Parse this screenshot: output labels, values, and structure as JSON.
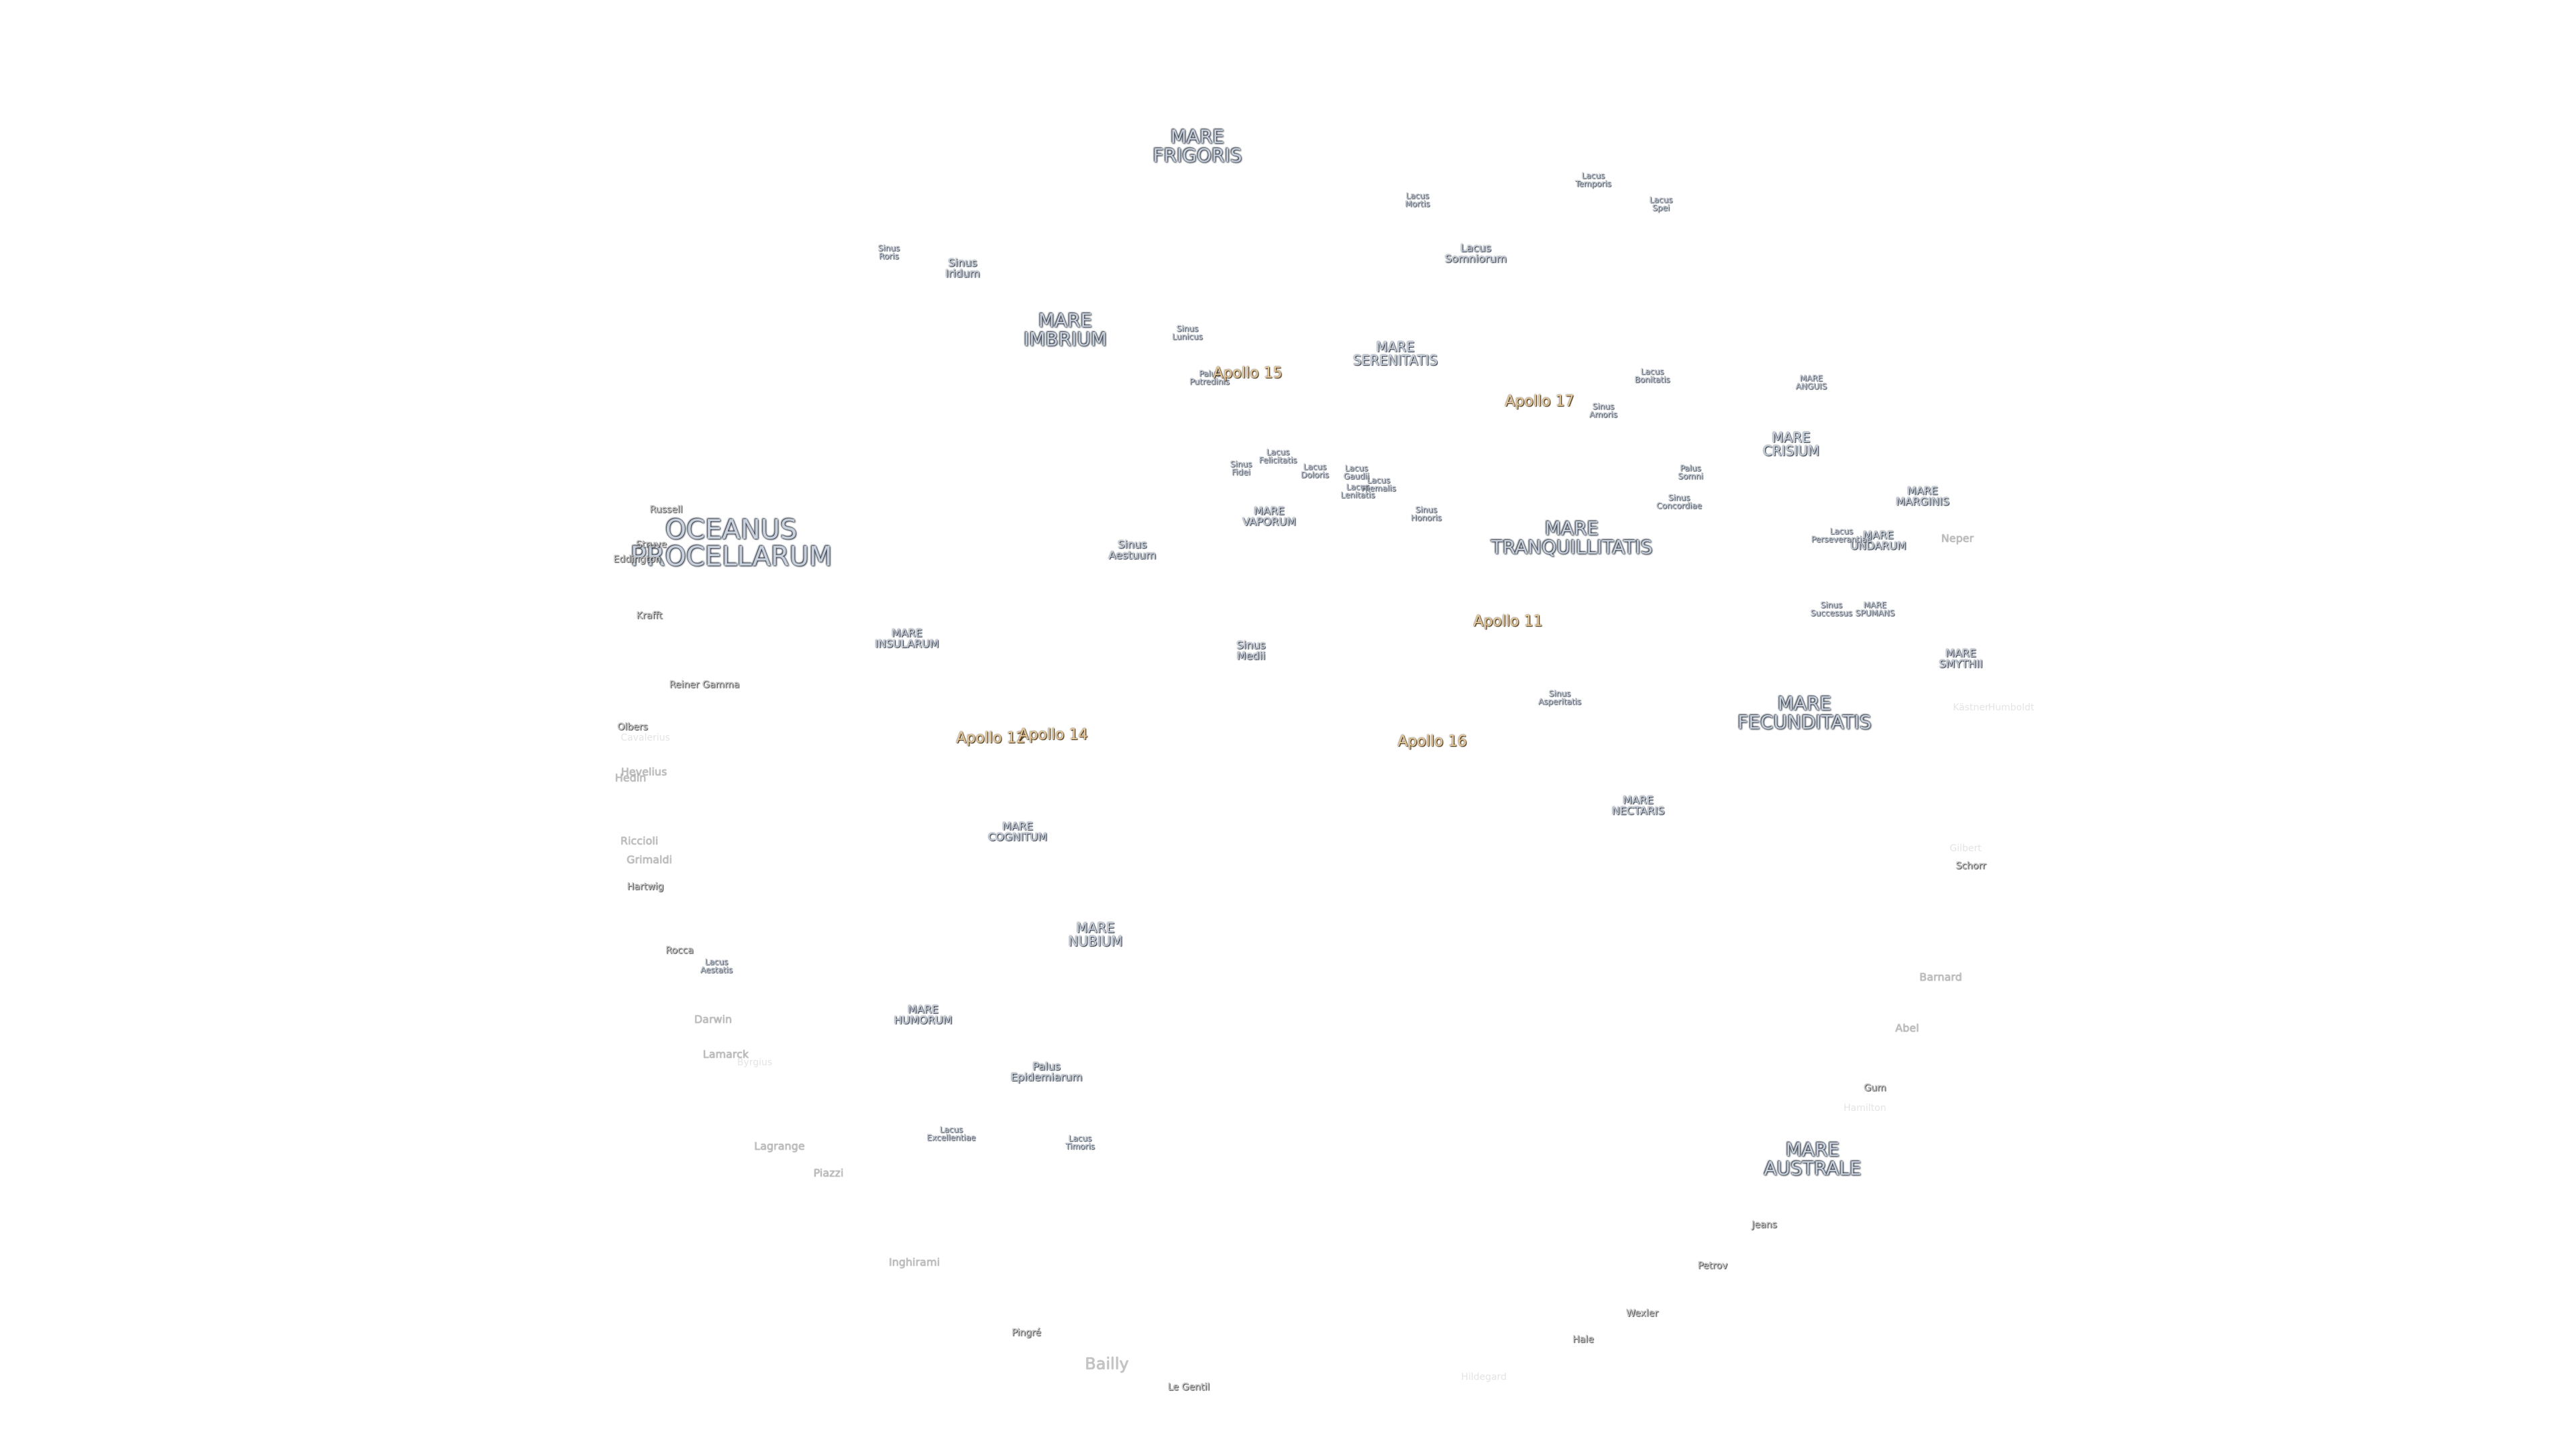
{
  "map": {
    "apollo_color": "#e6c89a",
    "sea_color": "#c8d0dc",
    "labels": [
      {
        "name": "oceanus-procellarum",
        "text": "OCEANUS\nPROCELLARUM",
        "kind": "sea-xl"
      },
      {
        "name": "mare-frigoris",
        "text": "MARE\nFRIGORIS",
        "kind": "sea-l"
      },
      {
        "name": "mare-imbrium",
        "text": "MARE\nIMBRIUM",
        "kind": "sea-l"
      },
      {
        "name": "mare-serenitatis",
        "text": "MARE\nSERENITATIS",
        "kind": "sea-m"
      },
      {
        "name": "mare-tranquillitatis",
        "text": "MARE\nTRANQUILLITATIS",
        "kind": "sea-l"
      },
      {
        "name": "mare-crisium",
        "text": "MARE\nCRISIUM",
        "kind": "sea-m"
      },
      {
        "name": "mare-fecunditatis",
        "text": "MARE\nFECUNDITATIS",
        "kind": "sea-l"
      },
      {
        "name": "mare-nubium",
        "text": "MARE\nNUBIUM",
        "kind": "sea-m"
      },
      {
        "name": "mare-australe",
        "text": "MARE\nAUSTRALE",
        "kind": "sea-l"
      },
      {
        "name": "mare-insularum",
        "text": "MARE\nINSULARUM",
        "kind": "sea-s"
      },
      {
        "name": "mare-cognitum",
        "text": "MARE\nCOGNITUM",
        "kind": "sea-s"
      },
      {
        "name": "mare-humorum",
        "text": "MARE\nHUMORUM",
        "kind": "sea-s"
      },
      {
        "name": "mare-nectaris",
        "text": "MARE\nNECTARIS",
        "kind": "sea-s"
      },
      {
        "name": "mare-vaporum",
        "text": "MARE\nVAPORUM",
        "kind": "sea-s"
      },
      {
        "name": "mare-marginis",
        "text": "MARE\nMARGINIS",
        "kind": "sea-s"
      },
      {
        "name": "mare-smythii",
        "text": "MARE\nSMYTHII",
        "kind": "sea-s"
      },
      {
        "name": "mare-undarum",
        "text": "MARE\nUNDARUM",
        "kind": "sea-s"
      },
      {
        "name": "mare-anguis",
        "text": "MARE\nANGUIS",
        "kind": "sea-xs"
      },
      {
        "name": "mare-spumans",
        "text": "MARE\nSPUMANS",
        "kind": "sea-xs"
      },
      {
        "name": "sinus-roris",
        "text": "Sinus\nRoris",
        "kind": "sea-xs"
      },
      {
        "name": "sinus-iridum",
        "text": "Sinus\nIridum",
        "kind": "sea-s"
      },
      {
        "name": "sinus-aestuum",
        "text": "Sinus\nAestuum",
        "kind": "sea-s"
      },
      {
        "name": "sinus-medii",
        "text": "Sinus\nMedii",
        "kind": "sea-s"
      },
      {
        "name": "sinus-asperitatis",
        "text": "Sinus\nAsperitatis",
        "kind": "sea-xs"
      },
      {
        "name": "sinus-amoris",
        "text": "Sinus\nAmoris",
        "kind": "sea-xs"
      },
      {
        "name": "sinus-concordiae",
        "text": "Sinus\nConcordiae",
        "kind": "sea-xs"
      },
      {
        "name": "sinus-successus",
        "text": "Sinus\nSuccessus",
        "kind": "sea-xs"
      },
      {
        "name": "sinus-honoris",
        "text": "Sinus\nHonoris",
        "kind": "sea-xs"
      },
      {
        "name": "sinus-fidei",
        "text": "Sinus\nFidei",
        "kind": "sea-xs"
      },
      {
        "name": "sinus-lunicus",
        "text": "Sinus\nLunicus",
        "kind": "sea-xs"
      },
      {
        "name": "lacus-mortis",
        "text": "Lacus\nMortis",
        "kind": "sea-xs"
      },
      {
        "name": "lacus-temporis",
        "text": "Lacus\nTemporis",
        "kind": "sea-xs"
      },
      {
        "name": "lacus-spei",
        "text": "Lacus\nSpei",
        "kind": "sea-xs"
      },
      {
        "name": "lacus-somniorum",
        "text": "Lacus\nSomniorum",
        "kind": "sea-s"
      },
      {
        "name": "lacus-bonitatis",
        "text": "Lacus\nBonitatis",
        "kind": "sea-xs"
      },
      {
        "name": "lacus-doloris",
        "text": "Lacus\nDoloris",
        "kind": "sea-xs"
      },
      {
        "name": "lacus-gaudii",
        "text": "Lacus\nGaudii",
        "kind": "sea-xs"
      },
      {
        "name": "lacus-lenitatis",
        "text": "Lacus\nLenitatis",
        "kind": "sea-xs"
      },
      {
        "name": "lacus-felicitatis",
        "text": "Lacus\nFelicitatis",
        "kind": "sea-xs"
      },
      {
        "name": "lacus-hiemalis",
        "text": "Lacus\nHiemalis",
        "kind": "sea-xs"
      },
      {
        "name": "lacus-perseverantiae",
        "text": "Lacus\nPerseverantiae",
        "kind": "sea-xs"
      },
      {
        "name": "lacus-aestatis",
        "text": "Lacus\nAestatis",
        "kind": "sea-xs"
      },
      {
        "name": "lacus-excellentiae",
        "text": "Lacus\nExcellentiae",
        "kind": "sea-xs"
      },
      {
        "name": "lacus-timoris",
        "text": "Lacus\nTimoris",
        "kind": "sea-xs"
      },
      {
        "name": "palus-putredinis",
        "text": "Palus\nPutredinis",
        "kind": "sea-xs"
      },
      {
        "name": "palus-somni",
        "text": "Palus\nSomni",
        "kind": "sea-xs"
      },
      {
        "name": "palus-epidemiarum",
        "text": "Palus\nEpidemiarum",
        "kind": "sea-s"
      },
      {
        "name": "apollo-11",
        "text": "Apollo 11",
        "kind": "apollo"
      },
      {
        "name": "apollo-12",
        "text": "Apollo 12",
        "kind": "apollo"
      },
      {
        "name": "apollo-14",
        "text": "Apollo 14",
        "kind": "apollo"
      },
      {
        "name": "apollo-15",
        "text": "Apollo 15",
        "kind": "apollo"
      },
      {
        "name": "apollo-16",
        "text": "Apollo 16",
        "kind": "apollo"
      },
      {
        "name": "apollo-17",
        "text": "Apollo 17",
        "kind": "apollo"
      },
      {
        "name": "crater-russell",
        "text": "Russell",
        "kind": "crater-dark"
      },
      {
        "name": "crater-struve",
        "text": "Struve",
        "kind": "crater-dark"
      },
      {
        "name": "crater-eddington",
        "text": "Eddington",
        "kind": "crater-dark"
      },
      {
        "name": "crater-krafft",
        "text": "Krafft",
        "kind": "crater-dark"
      },
      {
        "name": "crater-reiner-gamma",
        "text": "Reiner Gamma",
        "kind": "crater-dark"
      },
      {
        "name": "crater-olbers",
        "text": "Olbers",
        "kind": "crater-dark"
      },
      {
        "name": "crater-cavalerius",
        "text": "Cavalerius",
        "kind": "crater-faint"
      },
      {
        "name": "crater-hevelius",
        "text": "Hevelius",
        "kind": "crater"
      },
      {
        "name": "crater-hedin",
        "text": "Hedin",
        "kind": "crater"
      },
      {
        "name": "crater-riccioli",
        "text": "Riccioli",
        "kind": "crater"
      },
      {
        "name": "crater-grimaldi",
        "text": "Grimaldi",
        "kind": "crater"
      },
      {
        "name": "crater-hartwig",
        "text": "Hartwig",
        "kind": "crater-dark"
      },
      {
        "name": "crater-rocca",
        "text": "Rocca",
        "kind": "crater-dark"
      },
      {
        "name": "crater-darwin",
        "text": "Darwin",
        "kind": "crater"
      },
      {
        "name": "crater-lamarck",
        "text": "Lamarck",
        "kind": "crater"
      },
      {
        "name": "crater-byrgius",
        "text": "Byrgius",
        "kind": "crater-faint"
      },
      {
        "name": "crater-lagrange",
        "text": "Lagrange",
        "kind": "crater"
      },
      {
        "name": "crater-piazzi",
        "text": "Piazzi",
        "kind": "crater"
      },
      {
        "name": "crater-inghirami",
        "text": "Inghirami",
        "kind": "crater"
      },
      {
        "name": "crater-pingre",
        "text": "Pingré",
        "kind": "crater-dark"
      },
      {
        "name": "crater-bailly",
        "text": "Bailly",
        "kind": "crater-l"
      },
      {
        "name": "crater-le-gentil",
        "text": "Le Gentil",
        "kind": "crater-dark"
      },
      {
        "name": "crater-hildegard",
        "text": "Hildegard",
        "kind": "crater-faint"
      },
      {
        "name": "crater-hale",
        "text": "Hale",
        "kind": "crater-dark"
      },
      {
        "name": "crater-wexler",
        "text": "Wexler",
        "kind": "crater-dark"
      },
      {
        "name": "crater-petrov",
        "text": "Petrov",
        "kind": "crater-dark"
      },
      {
        "name": "crater-jeans",
        "text": "Jeans",
        "kind": "crater-dark"
      },
      {
        "name": "crater-hamilton",
        "text": "Hamilton",
        "kind": "crater-faint"
      },
      {
        "name": "crater-gum",
        "text": "Gum",
        "kind": "crater-dark"
      },
      {
        "name": "crater-abel",
        "text": "Abel",
        "kind": "crater"
      },
      {
        "name": "crater-barnard",
        "text": "Barnard",
        "kind": "crater"
      },
      {
        "name": "crater-schorr",
        "text": "Schorr",
        "kind": "crater-dark"
      },
      {
        "name": "crater-gilbert",
        "text": "Gilbert",
        "kind": "crater-faint"
      },
      {
        "name": "crater-neper",
        "text": "Neper",
        "kind": "crater"
      },
      {
        "name": "crater-kastner",
        "text": "Kästner",
        "kind": "crater-faint"
      },
      {
        "name": "crater-humboldt",
        "text": "Humboldt",
        "kind": "crater-faint"
      }
    ]
  }
}
